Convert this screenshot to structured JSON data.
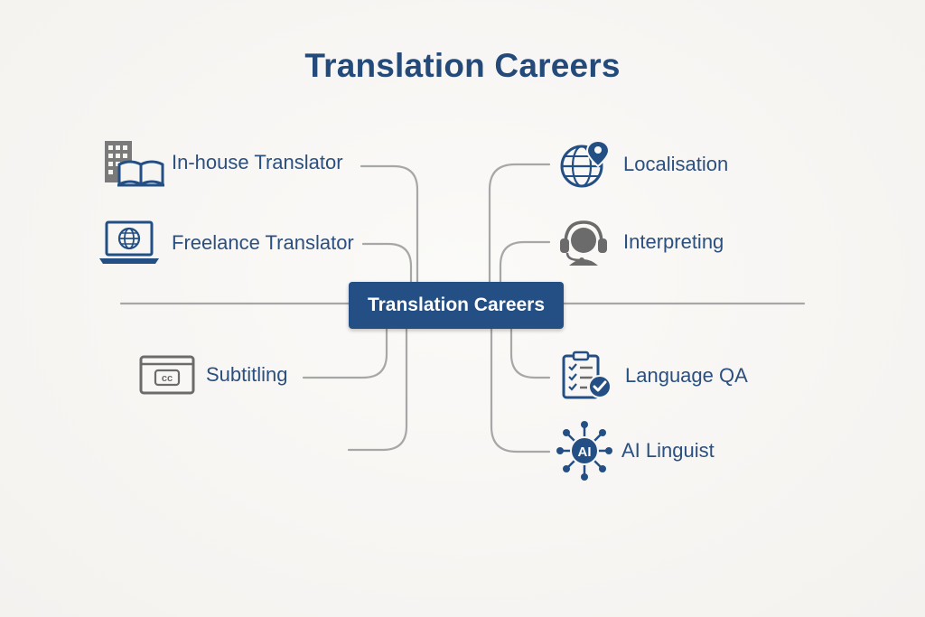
{
  "title": "Translation Careers",
  "center": {
    "label": "Translation Careers"
  },
  "nodes": {
    "in_house": {
      "label": "In-house Translator",
      "icon": "building-book-icon"
    },
    "freelance": {
      "label": "Freelance Translator",
      "icon": "laptop-globe-icon"
    },
    "subtitling": {
      "label": "Subtitling",
      "icon": "closed-caption-icon"
    },
    "localisation": {
      "label": "Localisation",
      "icon": "globe-pin-icon"
    },
    "interpreting": {
      "label": "Interpreting",
      "icon": "headset-icon"
    },
    "language_qa": {
      "label": "Language QA",
      "icon": "checklist-icon"
    },
    "ai_linguist": {
      "label": "AI Linguist",
      "icon": "ai-network-icon"
    }
  },
  "colors": {
    "primary": "#234f84",
    "text": "#2b4f7e",
    "icon_gray": "#6b6b6b",
    "connector": "#a7a7a7",
    "background": "#f8f7f5"
  }
}
